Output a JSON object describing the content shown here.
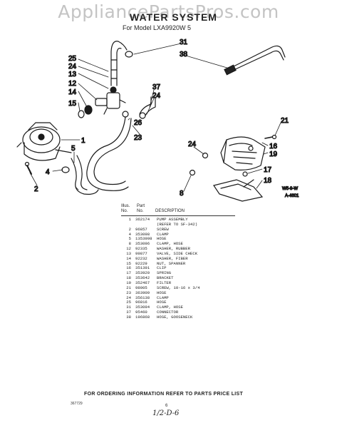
{
  "watermark": "AppliancePartsPros.com",
  "title": "WATER SYSTEM",
  "subtitle": "For Model LXA9920W 5",
  "callouts": {
    "c31": "31",
    "c38": "38",
    "c25": "25",
    "c24a": "24",
    "c13": "13",
    "c12": "12",
    "c14": "14",
    "c15": "15",
    "c1": "1",
    "c5": "5",
    "c4": "4",
    "c2": "2",
    "c37": "37",
    "c24b": "24",
    "c26": "26",
    "c23": "23",
    "c21": "21",
    "c24c": "24",
    "c16": "16",
    "c19": "19",
    "c17": "17",
    "c18": "18",
    "c8": "8"
  },
  "drawing_codes": {
    "a": "W5-9-W",
    "b": "A-4601"
  },
  "parts_header": {
    "illus": "Illus.",
    "no1": "No.",
    "part": "Part",
    "no2": "No.",
    "desc": "DESCRIPTION"
  },
  "parts": [
    {
      "illus": "1",
      "part": "362174",
      "desc": "PUMP ASSEMBLY"
    },
    {
      "illus": "",
      "part": "",
      "desc": "(REFER TO SF-342)"
    },
    {
      "illus": "2",
      "part": "96857",
      "desc": "SCREW"
    },
    {
      "illus": "4",
      "part": "353098",
      "desc": "CLAMP"
    },
    {
      "illus": "5",
      "part": "1353998",
      "desc": "HOSE"
    },
    {
      "illus": "8",
      "part": "353096",
      "desc": "CLAMP, HOSE"
    },
    {
      "illus": "12",
      "part": "92335",
      "desc": "WASHER, RUBBER"
    },
    {
      "illus": "13",
      "part": "99877",
      "desc": "VALVE, SIDE CHECK"
    },
    {
      "illus": "14",
      "part": "92232",
      "desc": "WASHER, FIBER"
    },
    {
      "illus": "15",
      "part": "92229",
      "desc": "NUT, SPANNER"
    },
    {
      "illus": "16",
      "part": "351391",
      "desc": "CLIP"
    },
    {
      "illus": "17",
      "part": "353920",
      "desc": "SPRING"
    },
    {
      "illus": "18",
      "part": "353642",
      "desc": "BRACKET"
    },
    {
      "illus": "19",
      "part": "352467",
      "desc": "FILTER"
    },
    {
      "illus": "21",
      "part": "98005",
      "desc": "SCREW, 10-16 x 3/4"
    },
    {
      "illus": "23",
      "part": "363909",
      "desc": "HOSE"
    },
    {
      "illus": "24",
      "part": "356138",
      "desc": "CLAMP"
    },
    {
      "illus": "25",
      "part": "96816",
      "desc": "HOSE"
    },
    {
      "illus": "31",
      "part": "353094",
      "desc": "CLAMP, HOSE"
    },
    {
      "illus": "37",
      "part": "95460",
      "desc": "CONNECTOR"
    },
    {
      "illus": "38",
      "part": "196868",
      "desc": "HOSE, GOOSENECK"
    }
  ],
  "footer": {
    "note": "FOR ORDERING INFORMATION REFER TO PARTS PRICE LIST",
    "code": "367729",
    "page": "6",
    "handwritten": "1/2-D-6"
  }
}
